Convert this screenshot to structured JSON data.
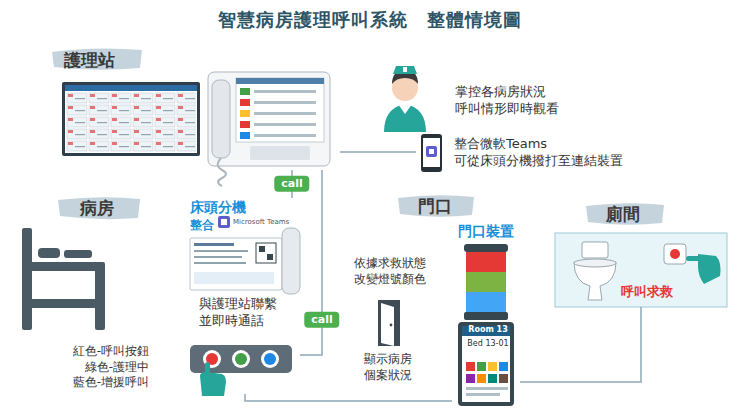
{
  "diagram": {
    "title": "智慧病房護理呼叫系統　整體情境圖",
    "nodes": [
      {
        "text": [
          "護理站"
        ]
      },
      {
        "text": [
          "整合微軟Teams 可從床頭分機撥打至連結裝置"
        ]
      },
      {
        "text": [
          "床頭分機",
          "整合",
          "與護理站聯繫 並即時通話"
        ]
      },
      {
        "text": [
          "紅色-呼叫按鈕 綠色-護理中 藍色-增援呼叫"
        ]
      },
      {
        "text": [
          "門口裝置",
          "Room 13",
          "Bed 13-01"
        ]
      },
      {
        "text": [
          "呼叫求救"
        ]
      }
    ],
    "edges": [
      {
        "from": 0,
        "to": 2,
        "label": "call",
        "arrow": "none"
      },
      {
        "from": 0,
        "to": 1,
        "arrow": "none"
      },
      {
        "from": 0,
        "to": 3,
        "label": "call",
        "arrow": "none"
      },
      {
        "from": 3,
        "to": 4,
        "arrow": "none"
      },
      {
        "from": 4,
        "to": 5,
        "arrow": "none"
      }
    ],
    "labels": [
      "病房",
      "門口",
      "廁間",
      "掌控各病房狀況 呼叫情形即時觀看",
      "依據求救狀態 改變燈號顏色",
      "顯示病房 個案狀況",
      "Microsoft Teams"
    ]
  }
}
